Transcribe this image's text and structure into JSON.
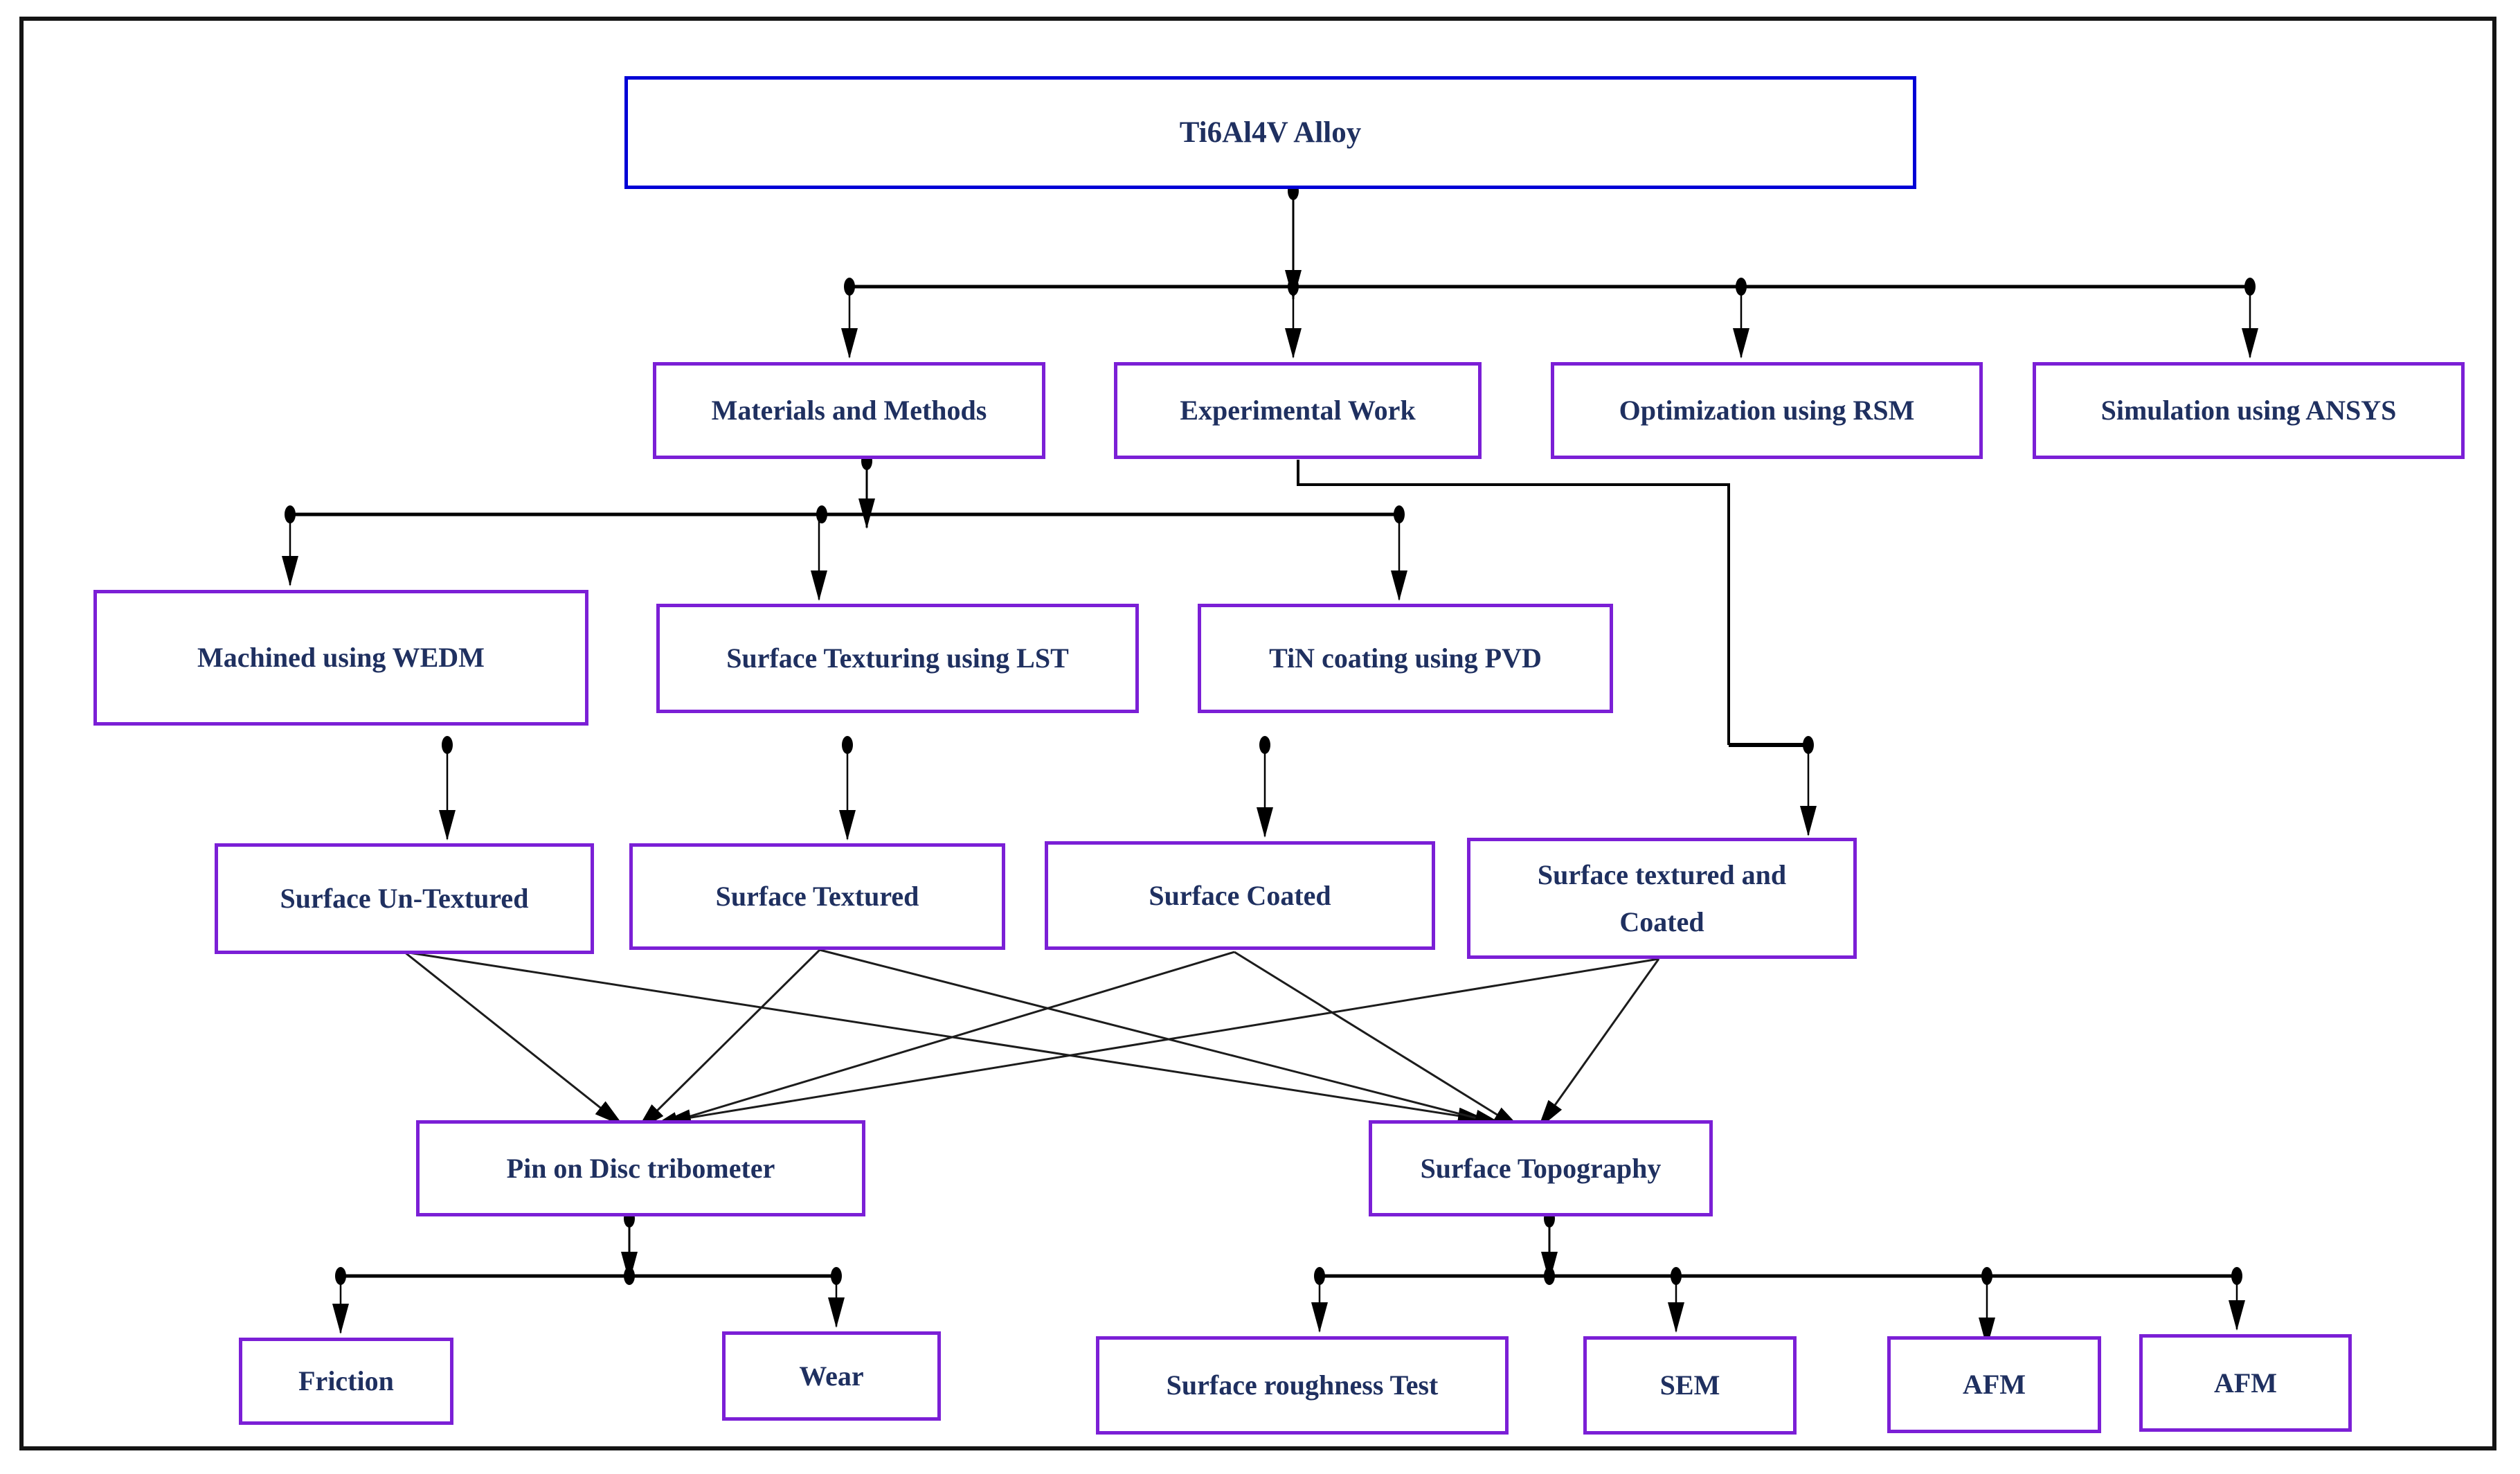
{
  "colors": {
    "frame_border": "#141414",
    "title_box_border": "#0000d6",
    "node_border": "#7b1fd6",
    "node_text": "#1f3060",
    "connector": "#000000"
  },
  "nodes": {
    "root": "Ti6Al4V Alloy",
    "materials": "Materials and Methods",
    "experimental": "Experimental Work",
    "optimization": "Optimization using RSM",
    "simulation": "Simulation using ANSYS",
    "wedm": "Machined using WEDM",
    "lst": "Surface Texturing using LST",
    "pvd": "TiN coating using PVD",
    "untextured": "Surface Un-Textured",
    "textured": "Surface Textured",
    "coated": "Surface Coated",
    "textured_coated": "Surface textured and Coated",
    "tribometer": "Pin on Disc tribometer",
    "topography": "Surface Topography",
    "friction": "Friction",
    "wear": "Wear",
    "roughness": "Surface roughness Test",
    "sem": "SEM",
    "afm1": "AFM",
    "afm2": "AFM"
  }
}
